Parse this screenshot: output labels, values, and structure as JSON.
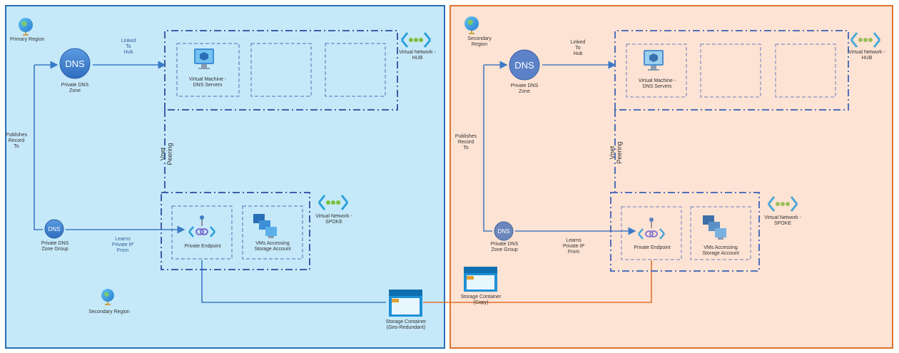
{
  "left": {
    "region_label": "Primary Region",
    "linked_label": "Linked\nTo\nHub",
    "publishes_label": "Publishes\nRecord\nTo",
    "learns_label": "Learns\nPrivate IP\nFrom",
    "dns_zone_label": "Private DNS\nZone",
    "dns_group_label": "Private DNS\nZone Group",
    "vm_label": "Virtual Machine -\nDNS Servers",
    "hub_label": "Virtual Network -\nHUB",
    "spoke_label": "Virtual Network -\nSPOKE",
    "peering_label": "Vnet\nPeering",
    "endpoint_label": "Private Endpoint",
    "vms_label": "VMs Accessing\nStorage Account",
    "secondary_label": "Secondary Region",
    "storage_label": "Storage Container\n(Geo-Redundant)"
  },
  "right": {
    "region_label": "Secondary Region",
    "linked_label": "Linked\nTo\nHub",
    "publishes_label": "Publishes\nRecord\nTo",
    "learns_label": "Learns\nPrivate IP\nFrom",
    "dns_zone_label": "Private DNS\nZone",
    "dns_group_label": "Private DNS\nZone Group",
    "vm_label": "Virtual Machine -\nDNS Servers",
    "hub_label": "Virtual Network -\nHUB",
    "spoke_label": "Virtual Network -\nSPOKE",
    "peering_label": "Vnet\nPeering",
    "endpoint_label": "Private Endpoint",
    "vms_label": "VMs Accessing\nStorage Account",
    "storage_label": "Storage Container\n(Copy)"
  },
  "dns_icon_text": "DNS",
  "colors": {
    "left_bg": "#c6e9f9",
    "left_border": "#2a6fb5",
    "right_bg": "#fde3d4",
    "right_border": "#e0722f",
    "connector_blue": "#3a7bc8",
    "connector_orange": "#e0722f"
  }
}
